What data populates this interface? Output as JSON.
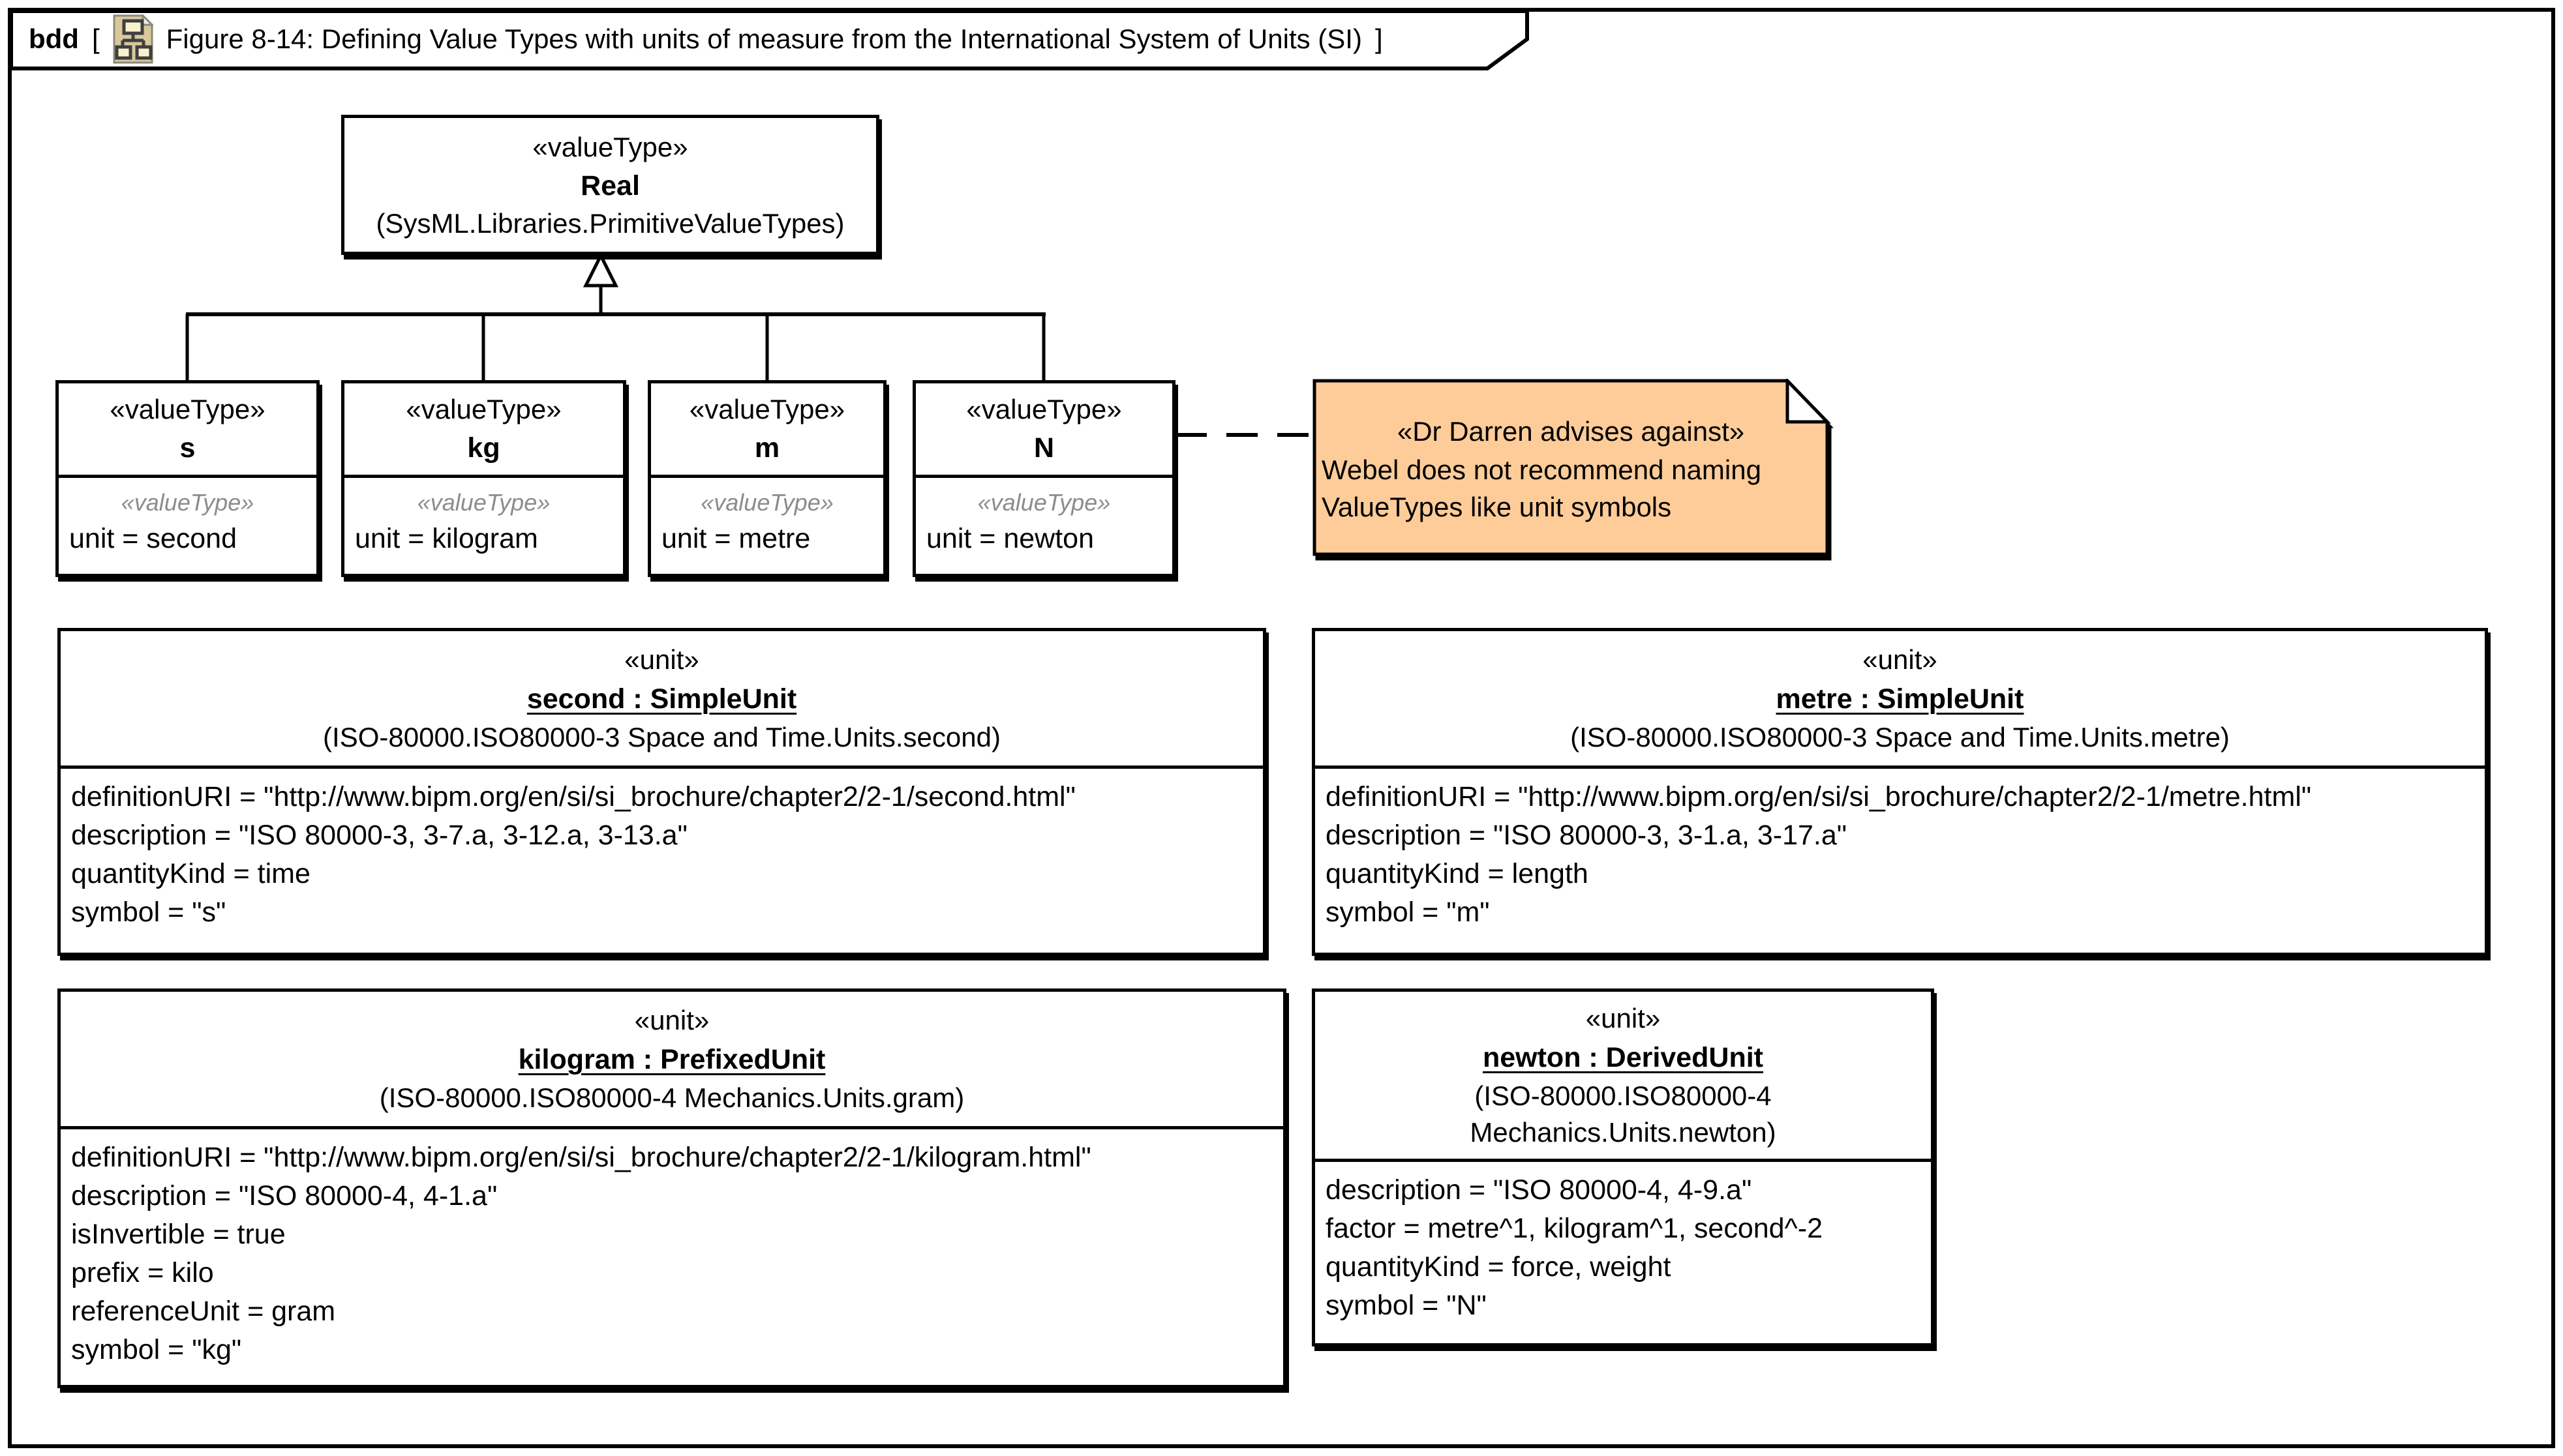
{
  "header": {
    "kind_label": "bdd",
    "open_bracket": "[",
    "close_bracket": "]",
    "icon": "bdd-diagram-icon",
    "title": "Figure 8-14: Defining Value Types with units of measure from the International System of Units (SI)"
  },
  "colors": {
    "note_fill": "#FECC99",
    "compartment_stereotype_gray": "#8C8C8C",
    "icon_tan": "#D9C89C",
    "line_black": "#000000"
  },
  "real_box": {
    "stereotype": "«valueType»",
    "name": "Real",
    "package": "(SysML.Libraries.PrimitiveValueTypes)"
  },
  "value_type_boxes": [
    {
      "stereotype": "«valueType»",
      "name": "s",
      "compartment_stereotype": "«valueType»",
      "attribute": "unit = second"
    },
    {
      "stereotype": "«valueType»",
      "name": "kg",
      "compartment_stereotype": "«valueType»",
      "attribute": "unit = kilogram"
    },
    {
      "stereotype": "«valueType»",
      "name": "m",
      "compartment_stereotype": "«valueType»",
      "attribute": "unit = metre"
    },
    {
      "stereotype": "«valueType»",
      "name": "N",
      "compartment_stereotype": "«valueType»",
      "attribute": "unit = newton"
    }
  ],
  "note": {
    "stereotype": "«Dr Darren advises against»",
    "text_line1": "Webel does not recommend naming",
    "text_line2": "ValueTypes like unit symbols"
  },
  "unit_boxes": [
    {
      "stereotype": "«unit»",
      "name": "second : SimpleUnit",
      "package": "(ISO-80000.ISO80000-3 Space and Time.Units.second)",
      "attributes": [
        "definitionURI = \"http://www.bipm.org/en/si/si_brochure/chapter2/2-1/second.html\"",
        "description = \"ISO 80000-3, 3-7.a, 3-12.a, 3-13.a\"",
        "quantityKind = time",
        "symbol = \"s\""
      ]
    },
    {
      "stereotype": "«unit»",
      "name": "metre : SimpleUnit",
      "package": "(ISO-80000.ISO80000-3 Space and Time.Units.metre)",
      "attributes": [
        "definitionURI = \"http://www.bipm.org/en/si/si_brochure/chapter2/2-1/metre.html\"",
        "description = \"ISO 80000-3, 3-1.a, 3-17.a\"",
        "quantityKind = length",
        "symbol = \"m\""
      ]
    },
    {
      "stereotype": "«unit»",
      "name": "kilogram : PrefixedUnit",
      "package": "(ISO-80000.ISO80000-4 Mechanics.Units.gram)",
      "attributes": [
        "definitionURI = \"http://www.bipm.org/en/si/si_brochure/chapter2/2-1/kilogram.html\"",
        "description = \"ISO 80000-4, 4-1.a\"",
        "isInvertible = true",
        "prefix = kilo",
        "referenceUnit = gram",
        "symbol = \"kg\""
      ]
    },
    {
      "stereotype": "«unit»",
      "name": "newton : DerivedUnit",
      "package": "(ISO-80000.ISO80000-4 Mechanics.Units.newton)",
      "attributes": [
        "description = \"ISO 80000-4, 4-9.a\"",
        "factor = metre^1, kilogram^1, second^-2",
        "quantityKind = force, weight",
        "symbol = \"N\""
      ]
    }
  ]
}
